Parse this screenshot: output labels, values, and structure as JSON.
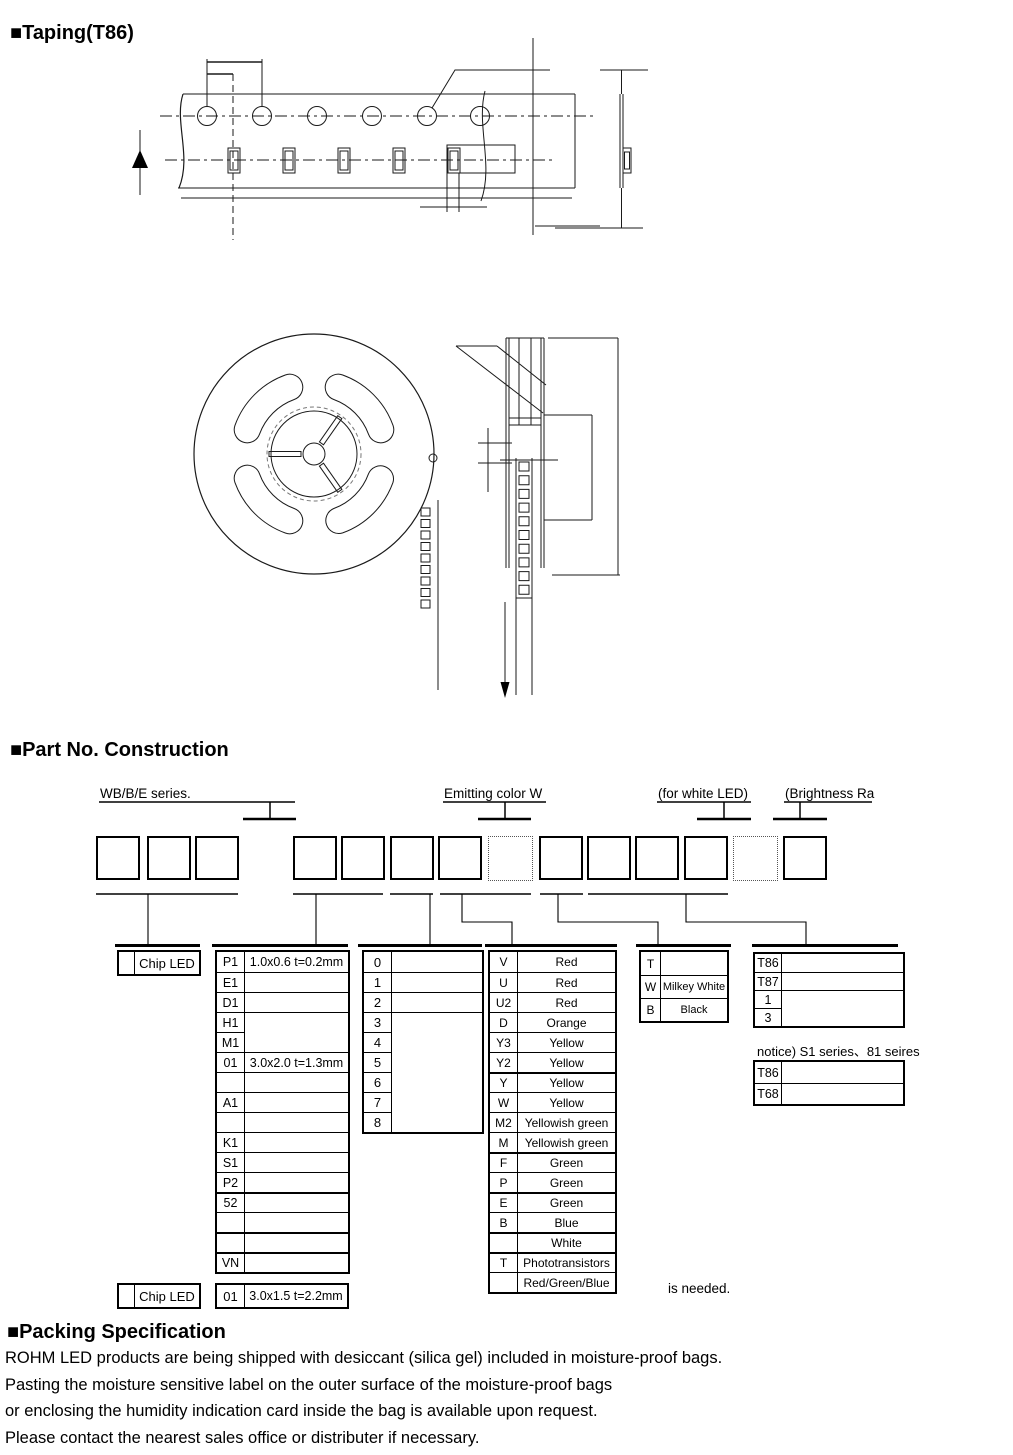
{
  "page": {
    "taping_title": "■Taping(T86)",
    "partno_title": "■Part No. Construction",
    "packing_title": "■Packing Specification",
    "packing_lines": [
      "ROHM LED products are being shipped with desiccant (silica gel) included in moisture-proof bags.",
      "Pasting the moisture sensitive label on the outer surface of the moisture-proof bags",
      "or enclosing the humidity indication card inside the bag is available upon request.",
      "Please contact the nearest sales office or distributer if necessary."
    ]
  },
  "partno": {
    "labels": {
      "series": "WB/B/E series.",
      "emitting": "Emitting color W",
      "for_white": "(for white LED)",
      "brightness": "(Brightness Ra"
    },
    "notice": "notice)  S1 series、81 seires",
    "is_needed": "is needed.",
    "chip_led_top": {
      "rows": [
        [
          "",
          "Chip LED"
        ]
      ]
    },
    "chip_led_bottom": {
      "rows": [
        [
          "",
          "Chip LED"
        ]
      ]
    },
    "size_bottom": {
      "rows": [
        [
          "01",
          "3.0x1.5 t=2.2mm"
        ]
      ]
    },
    "size_table": {
      "rows": [
        [
          "P1",
          "1.0x0.6 t=0.2mm"
        ],
        [
          "E1",
          ""
        ],
        [
          "D1",
          ""
        ],
        [
          "H1",
          ""
        ],
        [
          "M1",
          ""
        ],
        [
          "01",
          "3.0x2.0 t=1.3mm"
        ],
        [
          "",
          ""
        ],
        [
          "A1",
          ""
        ],
        [
          "",
          ""
        ],
        [
          "K1",
          ""
        ],
        [
          "S1",
          ""
        ],
        [
          "P2",
          ""
        ],
        [
          "52",
          ""
        ],
        [
          "",
          ""
        ],
        [
          "",
          ""
        ],
        [
          "VN",
          ""
        ]
      ]
    },
    "digit_table": {
      "rows": [
        [
          "0",
          ""
        ],
        [
          "1",
          ""
        ],
        [
          "2",
          ""
        ],
        [
          "3",
          ""
        ],
        [
          "4",
          ""
        ],
        [
          "5",
          ""
        ],
        [
          "6",
          ""
        ],
        [
          "7",
          ""
        ],
        [
          "8",
          ""
        ]
      ]
    },
    "color_table": {
      "rows": [
        [
          "V",
          "Red"
        ],
        [
          "U",
          "Red"
        ],
        [
          "U2",
          "Red"
        ],
        [
          "D",
          "Orange"
        ],
        [
          "Y3",
          "Yellow"
        ],
        [
          "Y2",
          "Yellow"
        ],
        [
          "Y",
          "Yellow"
        ],
        [
          "W",
          "Yellow"
        ],
        [
          "M2",
          "Yellowish green"
        ],
        [
          "M",
          "Yellowish green"
        ],
        [
          "F",
          "Green"
        ],
        [
          "P",
          "Green"
        ],
        [
          "E",
          "Green"
        ],
        [
          "B",
          "Blue"
        ],
        [
          "",
          "White"
        ],
        [
          "T",
          "Phototransistors"
        ],
        [
          "",
          "Red/Green/Blue"
        ]
      ]
    },
    "case_table": {
      "rows": [
        [
          "T",
          ""
        ],
        [
          "W",
          "Milkey White"
        ],
        [
          "B",
          "Black"
        ]
      ]
    },
    "taping_table": {
      "rows": [
        [
          "T86",
          ""
        ],
        [
          "T87",
          ""
        ],
        [
          "1",
          ""
        ],
        [
          "3",
          ""
        ]
      ]
    },
    "notice_table": {
      "rows": [
        [
          "T86",
          ""
        ],
        [
          "T68",
          ""
        ]
      ]
    }
  }
}
